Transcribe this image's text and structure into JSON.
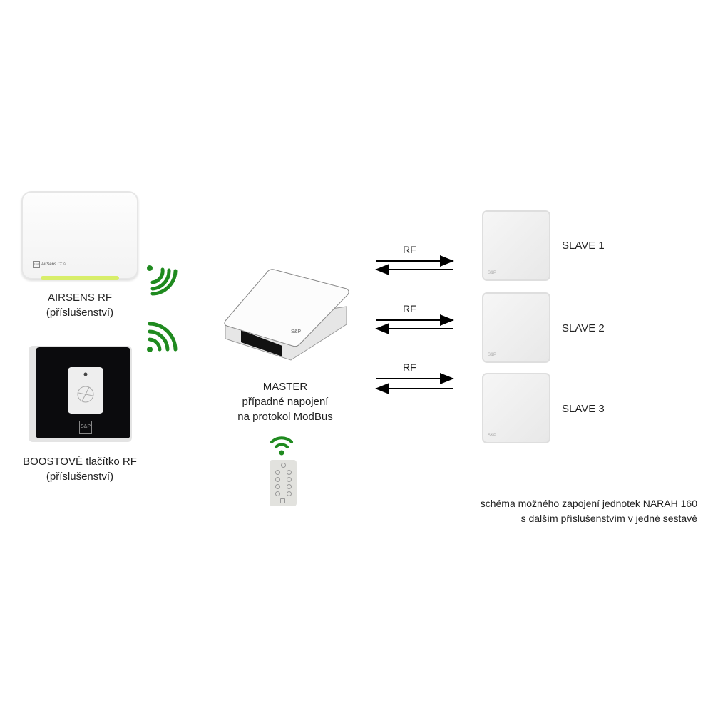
{
  "devices": {
    "airsens": {
      "title": "AIRSENS RF",
      "subtitle": "(příslušenství)",
      "brand": "AirSens CO2"
    },
    "boost": {
      "title": "BOOSTOVÉ tlačítko RF",
      "subtitle": "(příslušenství)",
      "logo": "S&P"
    },
    "master": {
      "line1": "MASTER",
      "line2": "případné napojení",
      "line3": "na protokol ModBus",
      "logo": "S&P"
    },
    "slaves": [
      {
        "label": "SLAVE 1",
        "link": "RF"
      },
      {
        "label": "SLAVE 2",
        "link": "RF"
      },
      {
        "label": "SLAVE 3",
        "link": "RF"
      }
    ]
  },
  "caption": {
    "line1": "schéma možného zapojení jednotek NARAH 160",
    "line2": "s dalším příslušenstvím v jedné sestavě"
  },
  "colors": {
    "signal": "#1f8a1f",
    "arrow": "#000000"
  }
}
